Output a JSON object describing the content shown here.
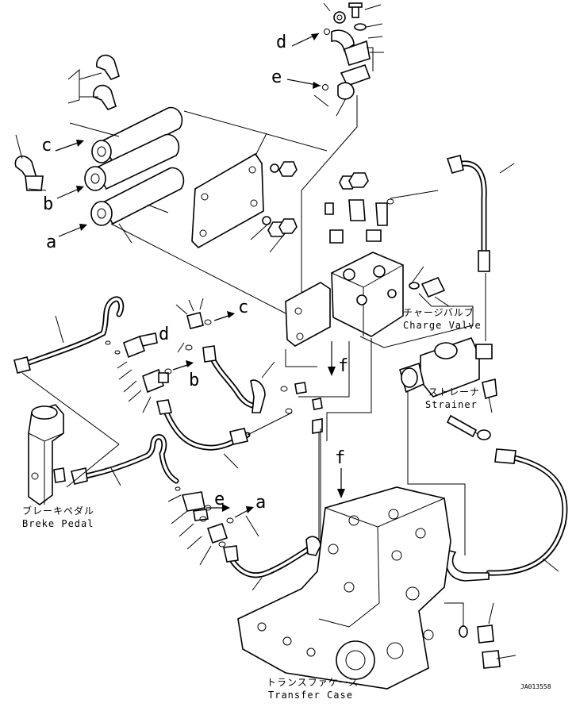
{
  "callouts": {
    "a1": "a",
    "a2": "a",
    "b1": "b",
    "b2": "b",
    "c1": "c",
    "c2": "c",
    "d1": "d",
    "d2": "d",
    "e1": "e",
    "e2": "e",
    "f1": "f",
    "f2": "f"
  },
  "captions": {
    "charge_valve_jp": "チャージバルブ",
    "charge_valve_en": "Charge Valve",
    "strainer_jp": "ストレーナ",
    "strainer_en": "Strainer",
    "brake_pedal_jp": "ブレーキペダル",
    "brake_pedal_en": "Breke Pedal",
    "transfer_case_jp": "トランスファケース",
    "transfer_case_en": "Transfer Case"
  },
  "drawing_code": "JA013558"
}
